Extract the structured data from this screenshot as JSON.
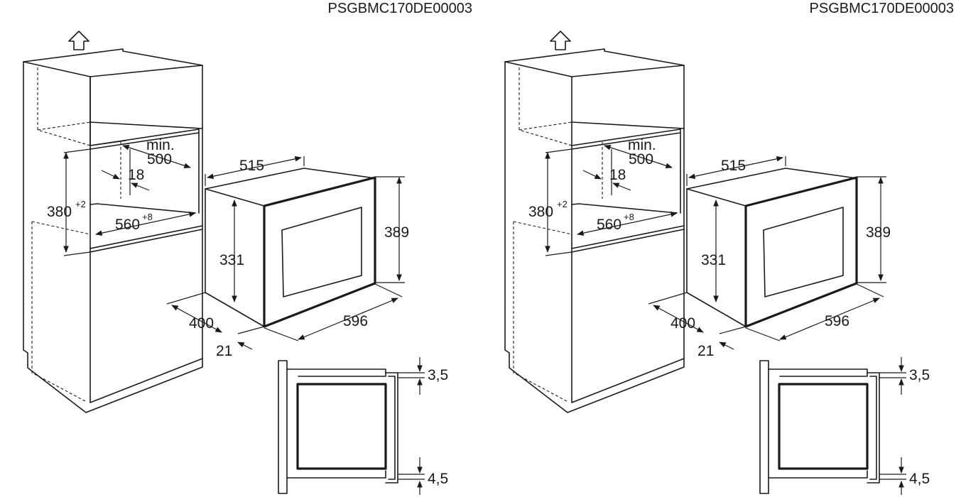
{
  "drawings": [
    {
      "code": "PSGBMC170DE00003",
      "dims": {
        "min_label": "min.",
        "depth_min": "500",
        "gap": "18",
        "height": "380",
        "height_tol": "+2",
        "width": "560",
        "width_tol": "+8",
        "device_depth": "515",
        "device_height": "331",
        "device_front_height": "389",
        "panel_depth": "400",
        "device_width": "596",
        "front_thickness": "21",
        "top_gap": "3,5",
        "bottom_gap": "4,5"
      }
    },
    {
      "code": "PSGBMC170DE00003",
      "dims": {
        "min_label": "min.",
        "depth_min": "500",
        "gap": "18",
        "height": "380",
        "height_tol": "+2",
        "width": "560",
        "width_tol": "+8",
        "device_depth": "515",
        "device_height": "331",
        "device_front_height": "389",
        "panel_depth": "400",
        "device_width": "596",
        "front_thickness": "21",
        "top_gap": "3,5",
        "bottom_gap": "4,5"
      }
    }
  ]
}
